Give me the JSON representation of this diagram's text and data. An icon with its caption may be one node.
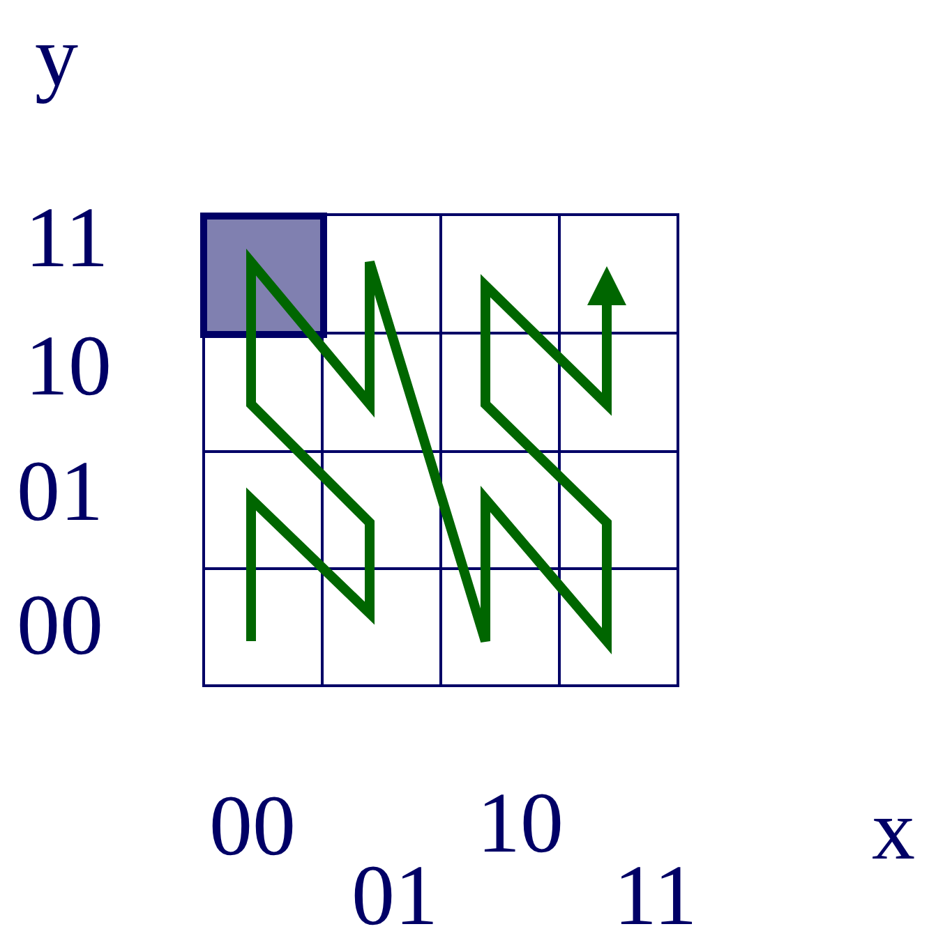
{
  "diagram": {
    "labels": [
      "y",
      "11",
      "10",
      "01",
      "00",
      "00",
      "01",
      "10",
      "11",
      "x"
    ]
  }
}
